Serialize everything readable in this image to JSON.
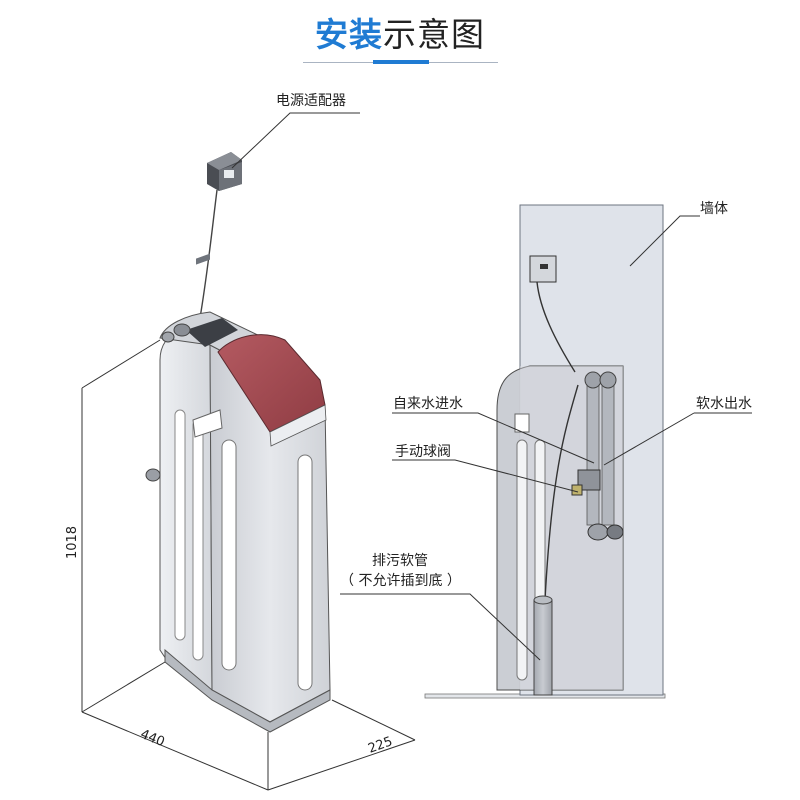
{
  "title": {
    "highlight": "安装",
    "rest": "示意图"
  },
  "labels": {
    "power_adapter": "电源适配器",
    "wall": "墙体",
    "tap_water_inlet": "自来水进水",
    "soft_water_outlet": "软水出水",
    "manual_ball_valve": "手动球阀",
    "drain_hose": "排污软管",
    "drain_hose_note": "（ 不允许插到底 ）"
  },
  "dimensions": {
    "height": "1018",
    "width": "440",
    "depth": "225"
  },
  "colors": {
    "accent": "#1f7bd3",
    "cabinet_lid": "#a0484f",
    "cabinet_body": "#d7dadf",
    "wall_panel": "#dfe3ea"
  }
}
